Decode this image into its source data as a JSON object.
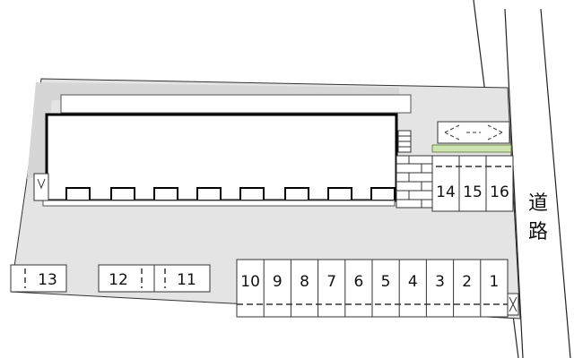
{
  "road": {
    "label_line1": "道",
    "label_line2": "路"
  },
  "spaces": {
    "top_row": [
      "14",
      "15",
      "16"
    ],
    "left_group": [
      "13"
    ],
    "middle_group": [
      "12",
      "11"
    ],
    "bottom_row": [
      "10",
      "9",
      "8",
      "7",
      "6",
      "5",
      "4",
      "3",
      "2",
      "1"
    ]
  },
  "colors": {
    "lot": "#e4e4e4",
    "planting": "#cfe3b0",
    "line": "#111111"
  }
}
